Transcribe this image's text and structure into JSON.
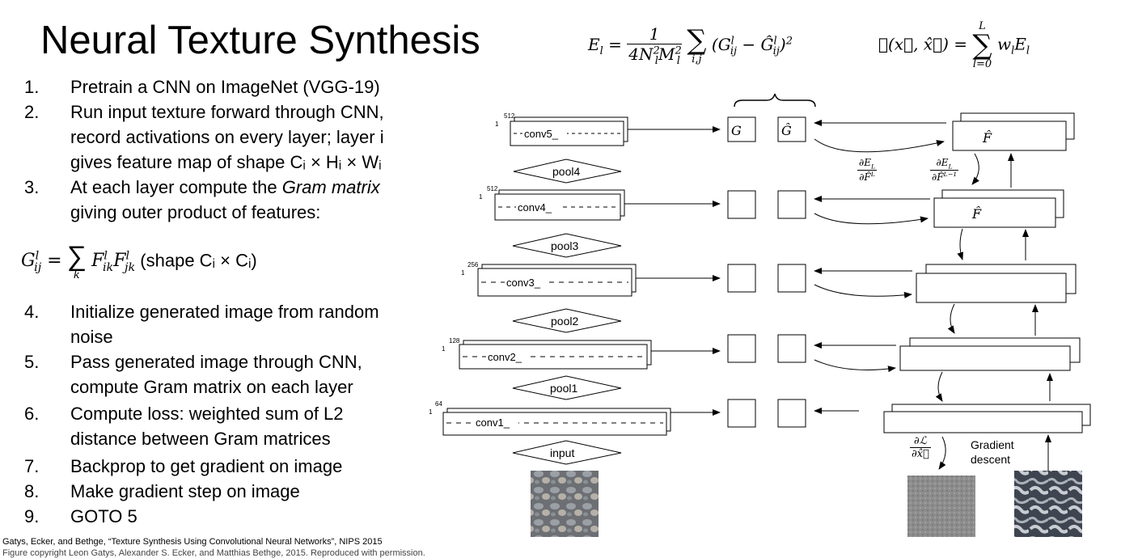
{
  "title": "Neural Texture Synthesis",
  "steps": [
    {
      "num": "1.",
      "lines": [
        "Pretrain a CNN on ImageNet (VGG-19)"
      ]
    },
    {
      "num": "2.",
      "lines": [
        "Run input texture forward through CNN,",
        "record activations on every layer; layer i",
        "gives feature map of shape Cᵢ × Hᵢ × Wᵢ"
      ]
    },
    {
      "num": "3.",
      "lines_html": true,
      "lines": [
        "At each layer compute the Gram matrix",
        "giving outer product of features:"
      ],
      "emphasis": "Gram matrix"
    },
    {
      "num": "4.",
      "lines": [
        "Initialize generated image from random",
        "noise"
      ]
    },
    {
      "num": "5.",
      "lines": [
        "Pass generated image through CNN,",
        "compute Gram matrix on each layer"
      ]
    },
    {
      "num": "6.",
      "lines": [
        "Compute loss: weighted sum of L2",
        "distance between Gram matrices"
      ]
    },
    {
      "num": "7.",
      "lines": [
        "Backprop to get gradient on image"
      ]
    },
    {
      "num": "8.",
      "lines": [
        "Make gradient step on image"
      ]
    },
    {
      "num": "9.",
      "lines": [
        "GOTO 5"
      ]
    }
  ],
  "gram_shape_text": "(shape Cᵢ × Cᵢ)",
  "citation": "Gatys, Ecker, and Bethge, “Texture Synthesis Using Convolutional Neural Networks”, NIPS 2015",
  "citation2": "Figure copyright Leon Gatys, Alexander S. Ecker, and Matthias Bethge, 2015. Reproduced with permission.",
  "figure": {
    "layers": [
      {
        "name": "conv5_",
        "channels": "512",
        "pool": "pool4"
      },
      {
        "name": "conv4_",
        "channels": "512",
        "pool": "pool3"
      },
      {
        "name": "conv3_",
        "channels": "256",
        "pool": "pool2"
      },
      {
        "name": "conv2_",
        "channels": "128",
        "pool": "pool1"
      },
      {
        "name": "conv1_",
        "channels": "64",
        "pool": "input"
      }
    ],
    "one_label": "1",
    "gradient_label_1": "Gradient",
    "gradient_label_2": "descent",
    "gram_label": "G",
    "gram_hat_label": "Ĝ",
    "feat_hat_label": "F̂"
  }
}
